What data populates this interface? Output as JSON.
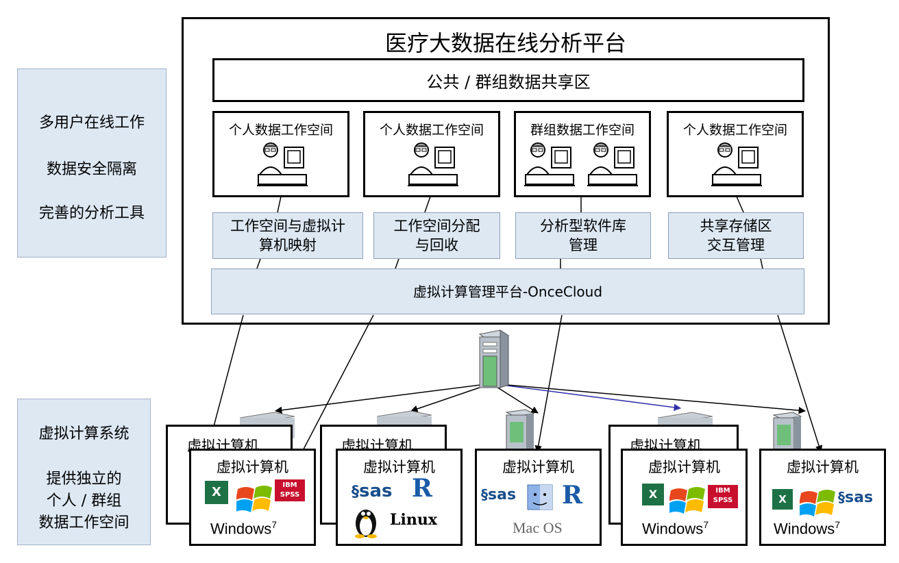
{
  "sidebar_top": {
    "lines": [
      "多用户在线工作",
      "数据安全隔离",
      "完善的分析工具"
    ]
  },
  "sidebar_bottom": {
    "lines": [
      "虚拟计算系统",
      "提供独立的",
      "个人 / 群组",
      "数据工作空间"
    ]
  },
  "platform": {
    "title": "医疗大数据在线分析平台",
    "share_zone": "公共 / 群组数据共享区",
    "workspaces": [
      "个人数据工作空间",
      "个人数据工作空间",
      "群组数据工作空间",
      "个人数据工作空间"
    ],
    "modules": [
      {
        "line1": "工作空间与虚拟计",
        "line2": "算机映射"
      },
      {
        "line1": "工作空间分配",
        "line2": "与回收"
      },
      {
        "line1": "分析型软件库",
        "line2": "管理"
      },
      {
        "line1": "共享存储区",
        "line2": "交互管理"
      }
    ],
    "management": "虚拟计算管理平台-OnceCloud"
  },
  "vm_label": "虚拟计算机",
  "software": {
    "excel": "X",
    "ibm": "IBM",
    "spss": "SPSS",
    "sas": "sas",
    "r": "R",
    "windows": "Windows",
    "windows_ver": "7",
    "linux": "Linux",
    "macos": "Mac OS"
  },
  "colors": {
    "panel_fill": "#dde8f3",
    "highlight_arrow": "#3333aa"
  }
}
